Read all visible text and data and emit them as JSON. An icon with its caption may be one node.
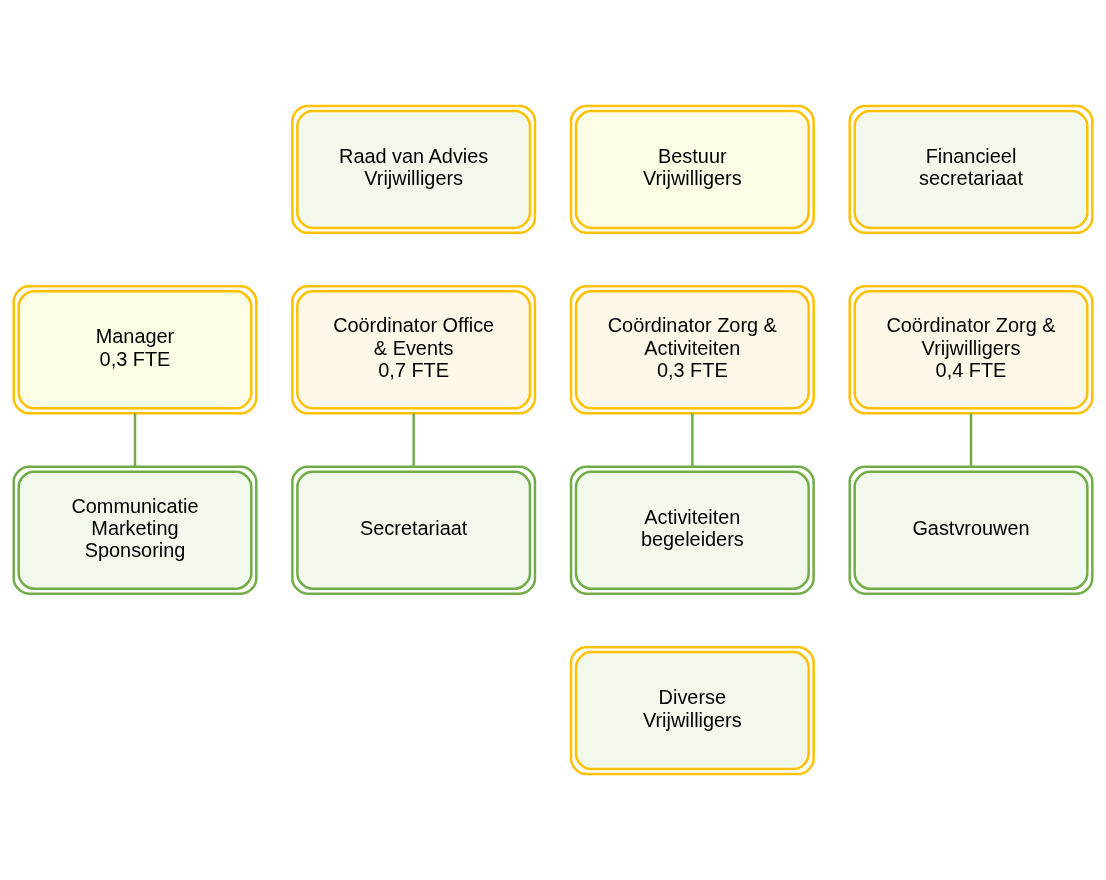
{
  "diagram": {
    "nodes": [
      {
        "text": [
          "Raad van Advies Vrijwilligers"
        ]
      },
      {
        "text": [
          "Bestuur Vrijwilligers"
        ]
      },
      {
        "text": [
          "Financieel secretariaat"
        ]
      },
      {
        "text": [
          "Manager",
          "0,3 FTE"
        ]
      },
      {
        "text": [
          "Coördinator Office & Events",
          "0,7 FTE"
        ]
      },
      {
        "text": [
          "Coördinator Zorg & Activiteiten",
          "0,3 FTE"
        ]
      },
      {
        "text": [
          "Coördinator Zorg & Vrijwilligers",
          "0,4 FTE"
        ]
      },
      {
        "text": [
          "Communicatie Marketing Sponsoring"
        ]
      },
      {
        "text": [
          "Secretariaat"
        ]
      },
      {
        "text": [
          "Activiteiten begeleiders"
        ]
      },
      {
        "text": [
          "Gastvrouwen"
        ]
      },
      {
        "text": [
          "Diverse Vrijwilligers"
        ]
      }
    ],
    "edges": [
      {
        "from": 3,
        "to": 7,
        "arrow": "none"
      },
      {
        "from": 4,
        "to": 8,
        "arrow": "none"
      },
      {
        "from": 5,
        "to": 9,
        "arrow": "none"
      },
      {
        "from": 6,
        "to": 10,
        "arrow": "none"
      }
    ]
  }
}
